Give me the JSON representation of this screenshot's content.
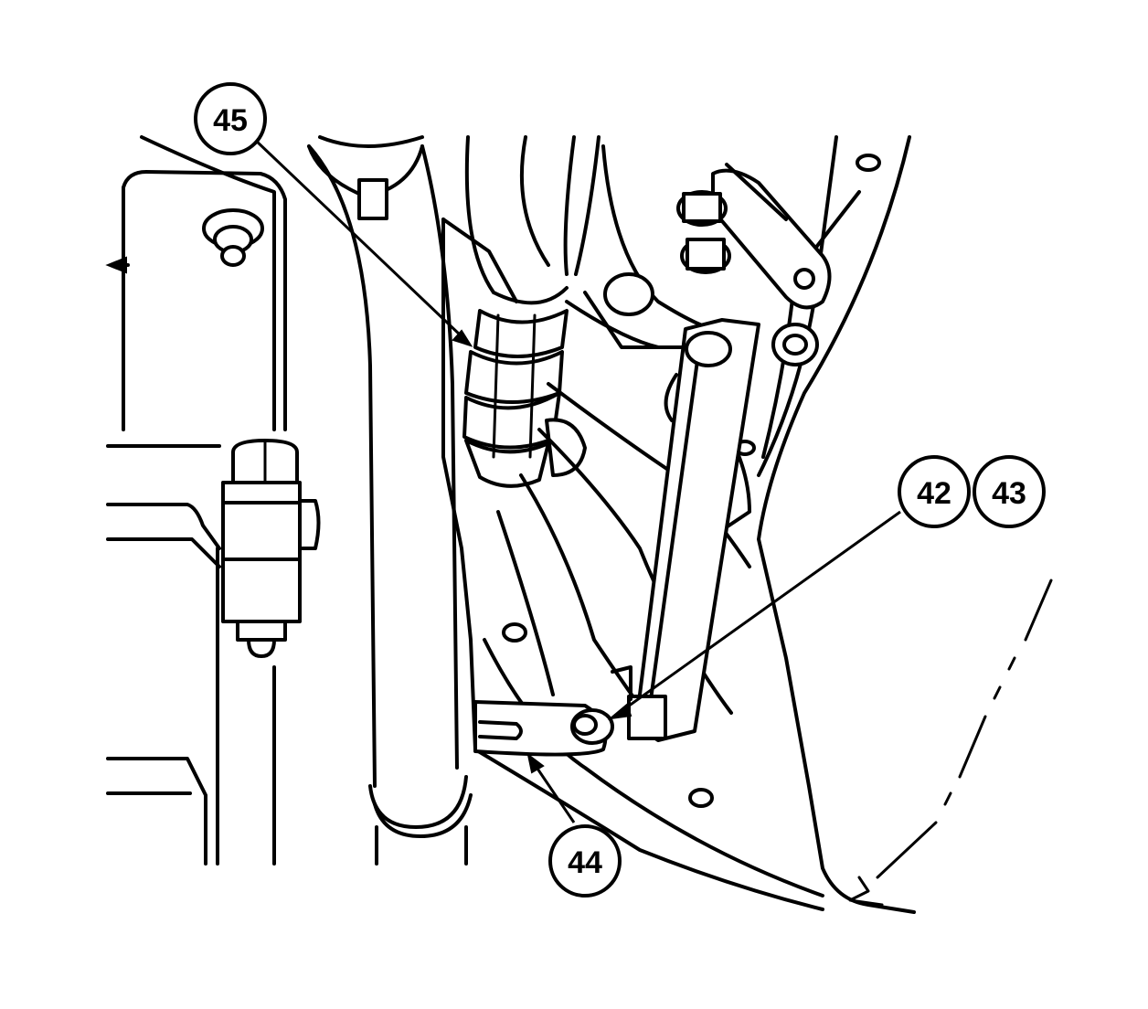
{
  "callouts": [
    {
      "id": "c45",
      "label": "45"
    },
    {
      "id": "c42",
      "label": "42"
    },
    {
      "id": "c43",
      "label": "43"
    },
    {
      "id": "c44",
      "label": "44"
    }
  ]
}
